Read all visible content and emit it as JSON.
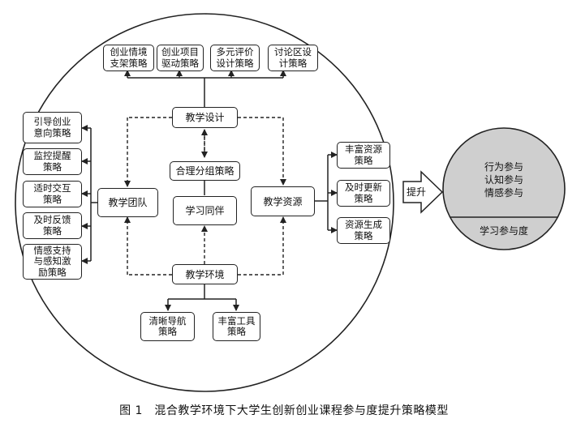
{
  "top_strategies": [
    "创业情境\n支架策略",
    "创业项目\n驱动策略",
    "多元评价\n设计策略",
    "讨论区设\n计策略"
  ],
  "center": {
    "design": "教学设计",
    "grouping": "合理分组策略",
    "peer": "学习同伴",
    "team": "教学团队",
    "resource": "教学资源",
    "environment": "教学环境"
  },
  "left_strategies": [
    "引导创业\n意向策略",
    "监控提醒\n策略",
    "适时交互\n策略",
    "及时反馈\n策略",
    "情感支持\n与感知激\n励策略"
  ],
  "right_strategies": [
    "丰富资源\n策略",
    "及时更新\n策略",
    "资源生成\n策略"
  ],
  "bottom_strategies": [
    "清晰导航\n策略",
    "丰富工具\n策略"
  ],
  "arrow_label": "提升",
  "outcome": {
    "upper_lines": [
      "行为参与",
      "认知参与",
      "情感参与"
    ],
    "lower": "学习参与度"
  },
  "caption": "图 1　混合教学环境下大学生创新创业课程参与度提升策略模型",
  "colors": {
    "outcome_fill": "#cfcfcf",
    "line": "#222222"
  }
}
